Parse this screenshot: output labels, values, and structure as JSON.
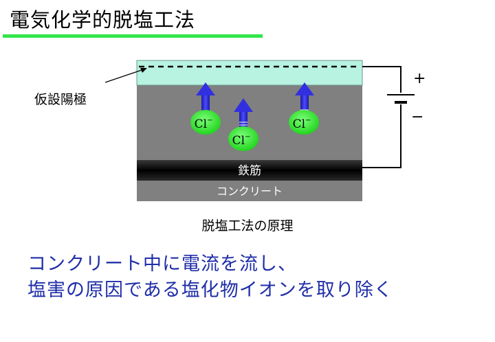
{
  "title": "電気化学的脱塩工法",
  "diagram": {
    "anode_label": "仮設陽極",
    "rebar_label": "鉄筋",
    "concrete_label": "コンクリート",
    "ion_label": "Cl",
    "ion_charge": "−",
    "plus": "+",
    "minus": "−",
    "caption": "脱塩工法の原理",
    "colors": {
      "anode": "#b8f2e0",
      "concrete": "#808080",
      "rebar": "#141414",
      "ion": "#3ee63c",
      "arrow": "#2a2ad6",
      "title_underline": "#33e64c",
      "text_highlight": "#1f2ea8"
    }
  },
  "bullets": [
    "コンクリート中に電流を流し、",
    "塩害の原因である塩化物イオンを取り除く"
  ]
}
